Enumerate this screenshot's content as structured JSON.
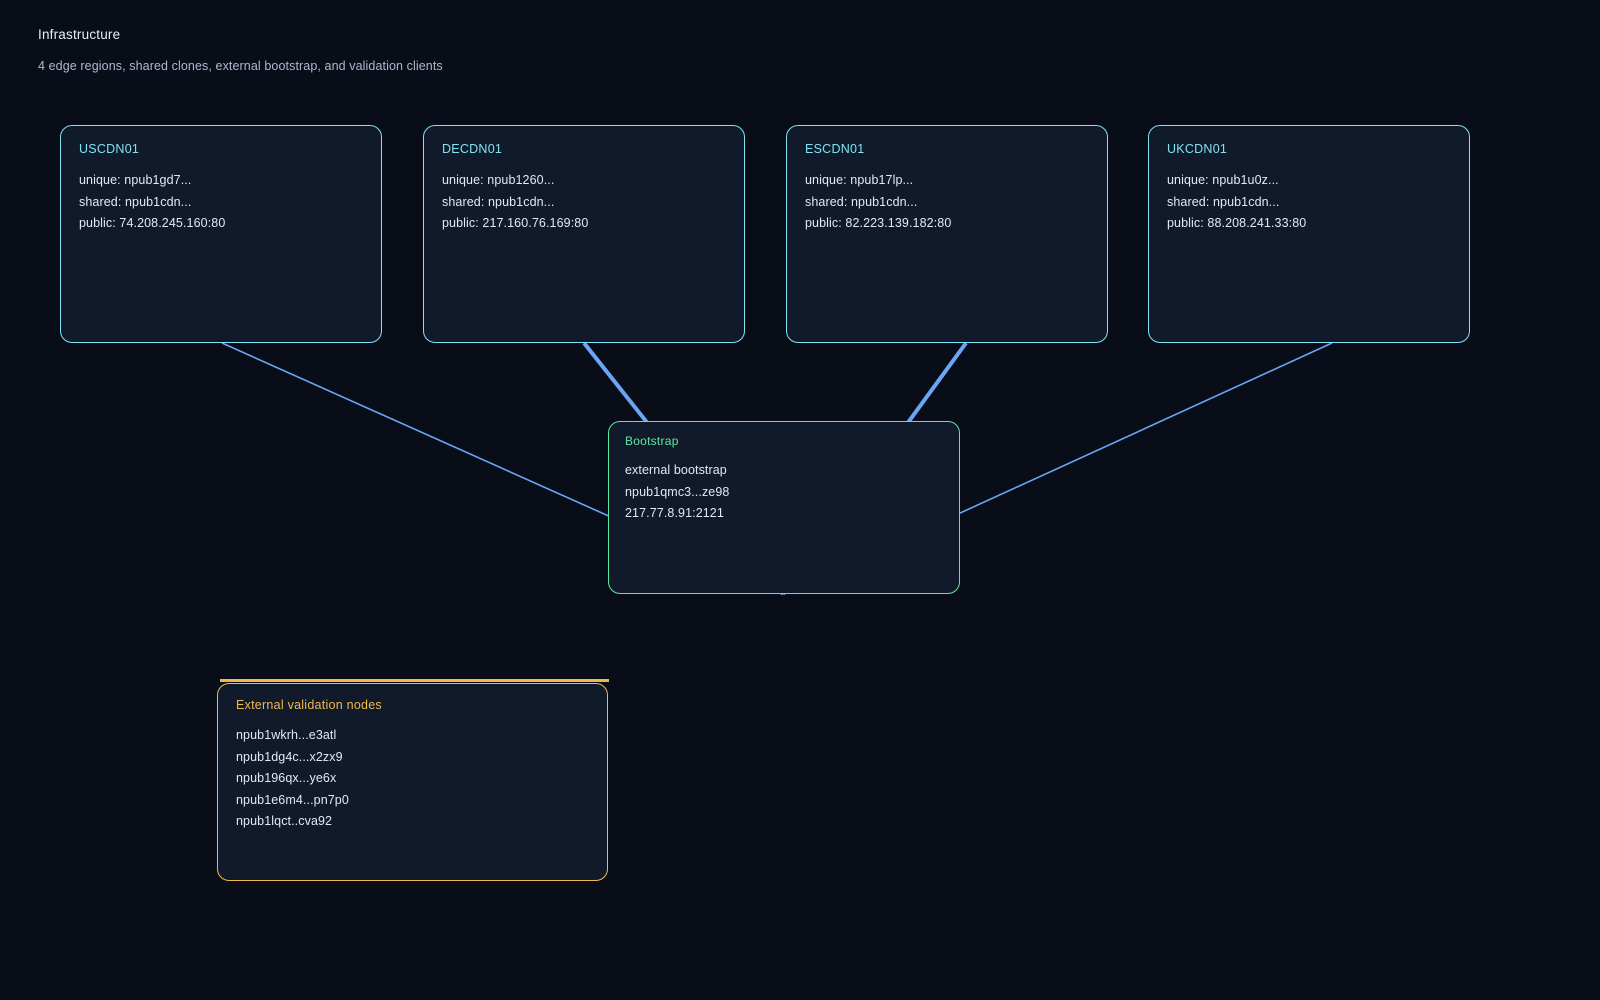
{
  "header": {
    "title": "Infrastructure",
    "subtitle": "4 edge regions, shared clones, external bootstrap, and validation clients"
  },
  "colors": {
    "background": "#090d18",
    "card_fill": "#111a2b",
    "cdn_accent": "#7fe3f5",
    "bootstrap_accent": "#5ce8a0",
    "validation_accent": "#f0b94a",
    "edge_line": "#6aa6f5",
    "body_text": "#e3e8f2"
  },
  "edge_nodes": [
    {
      "id": "uscdn01",
      "title": "USCDN01",
      "unique": "unique: npub1gd7...",
      "shared": "shared: npub1cdn...",
      "public": "public: 74.208.245.160:80"
    },
    {
      "id": "decdn01",
      "title": "DECDN01",
      "unique": "unique: npub1260...",
      "shared": "shared: npub1cdn...",
      "public": "public: 217.160.76.169:80"
    },
    {
      "id": "escdn01",
      "title": "ESCDN01",
      "unique": "unique: npub17lp...",
      "shared": "shared: npub1cdn...",
      "public": "public: 82.223.139.182:80"
    },
    {
      "id": "ukcdn01",
      "title": "UKCDN01",
      "unique": "unique: npub1u0z...",
      "shared": "shared: npub1cdn...",
      "public": "public: 88.208.241.33:80"
    }
  ],
  "bootstrap": {
    "title": "Bootstrap",
    "role": "external bootstrap",
    "npub": "npub1qmc3...ze98",
    "address": "217.77.8.91:2121"
  },
  "validation": {
    "title": "External validation nodes",
    "nodes": [
      "npub1wkrh...e3atl",
      "npub1dg4c...x2zx9",
      "npub196qx...ye6x",
      "npub1e6m4...pn7p0",
      "npub1lqct..cva92"
    ]
  }
}
